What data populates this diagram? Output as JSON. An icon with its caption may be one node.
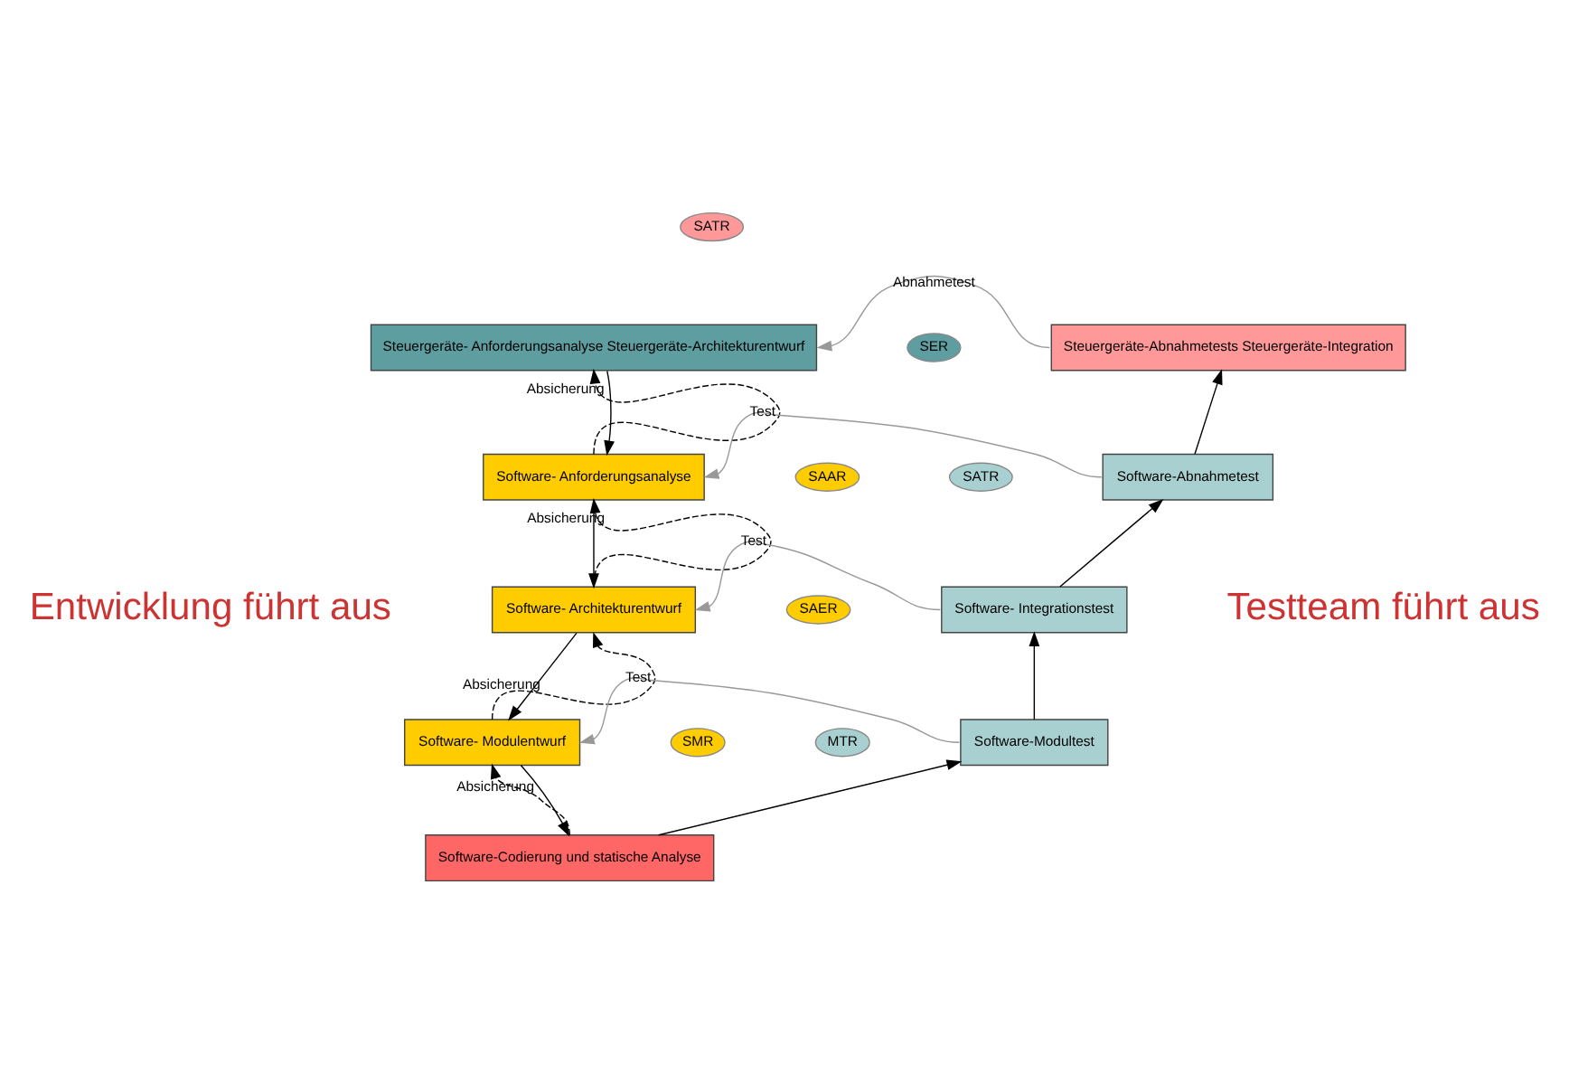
{
  "diagram": {
    "nodes": [
      {
        "text": [
          "Steuergeräte- Anforderungsanalyse Steuergeräte-Architekturentwurf"
        ]
      },
      {
        "text": [
          "Steuergeräte-Abnahmetests Steuergeräte-Integration"
        ]
      },
      {
        "text": [
          "Software- Anforderungsanalyse"
        ]
      },
      {
        "text": [
          "Software-Abnahmetest"
        ]
      },
      {
        "text": [
          "Software- Architekturentwurf"
        ]
      },
      {
        "text": [
          "Software- Integrationstest"
        ]
      },
      {
        "text": [
          "Software- Modulentwurf"
        ]
      },
      {
        "text": [
          "Software-Modultest"
        ]
      },
      {
        "text": [
          "Software-Codierung und statische Analyse"
        ]
      },
      {
        "text": [
          "SATR"
        ]
      },
      {
        "text": [
          "SER"
        ]
      },
      {
        "text": [
          "SATR"
        ]
      },
      {
        "text": [
          "SAAR"
        ]
      },
      {
        "text": [
          "SAER"
        ]
      },
      {
        "text": [
          "MTR"
        ]
      },
      {
        "text": [
          "SMR"
        ]
      }
    ],
    "edges": [
      {
        "from": 1,
        "to": 0,
        "arrow": "to",
        "label": "Abnahmetest",
        "color": "#999999"
      },
      {
        "from": 2,
        "to": 0,
        "arrow": "to",
        "label": "Absicherung",
        "style": "dashed"
      },
      {
        "from": 0,
        "to": 2,
        "arrow": "to"
      },
      {
        "from": 3,
        "to": 2,
        "arrow": "to",
        "label": "Test",
        "color": "#999999"
      },
      {
        "from": 3,
        "to": 1,
        "arrow": "to"
      },
      {
        "from": 4,
        "to": 2,
        "arrow": "to",
        "label": "Absicherung",
        "style": "dashed"
      },
      {
        "from": 2,
        "to": 4,
        "arrow": "to"
      },
      {
        "from": 5,
        "to": 4,
        "arrow": "to",
        "label": "Test",
        "color": "#999999"
      },
      {
        "from": 5,
        "to": 3,
        "arrow": "to"
      },
      {
        "from": 6,
        "to": 4,
        "arrow": "to",
        "label": "Absicherung",
        "style": "dashed"
      },
      {
        "from": 4,
        "to": 6,
        "arrow": "to"
      },
      {
        "from": 7,
        "to": 6,
        "arrow": "to",
        "label": "Test",
        "color": "#999999"
      },
      {
        "from": 7,
        "to": 5,
        "arrow": "to"
      },
      {
        "from": 8,
        "to": 6,
        "arrow": "to",
        "label": "Absicherung",
        "style": "dashed"
      },
      {
        "from": 6,
        "to": 8,
        "arrow": "to"
      },
      {
        "from": 8,
        "to": 7,
        "arrow": "to"
      }
    ],
    "labels": [
      "Entwicklung führt aus",
      "Testteam führt aus"
    ]
  }
}
